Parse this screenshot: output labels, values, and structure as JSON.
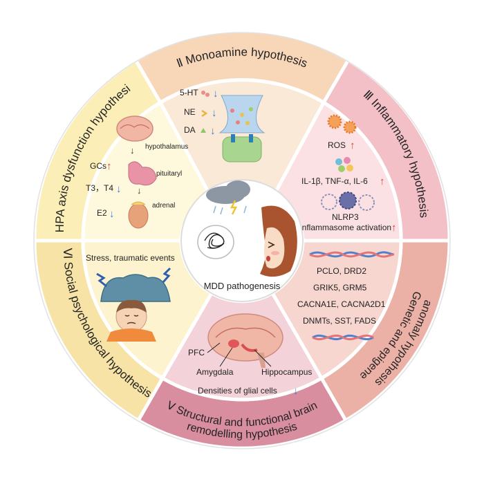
{
  "center": {
    "label": "MDD pathogenesis"
  },
  "sectors": [
    {
      "id": "monoamine",
      "title": "Ⅱ Monoamine hypothesis",
      "colors": {
        "outer": "#f8d7b8",
        "inner": "#fbe9d7"
      },
      "labels": [
        "5-HT",
        "NE",
        "DA"
      ]
    },
    {
      "id": "inflammatory",
      "title": "Ⅲ Inflammatory hypothesis",
      "colors": {
        "outer": "#f4c0c8",
        "inner": "#fbe1e4"
      },
      "labels": [
        "ROS",
        "IL-1β, TNF-α, IL-6",
        "NLRP3",
        "inflammasome activation"
      ]
    },
    {
      "id": "genetic",
      "title_lines": [
        "Ⅳ Genetic and epigenetic",
        "anomaly hypothesis"
      ],
      "colors": {
        "outer": "#ebb0a6",
        "inner": "#f6d6cf"
      },
      "labels": [
        "PCLO, DRD2",
        "GRIK5, GRM5",
        "CACNA1E, CACNA2D1",
        "DNMTs, SST, FADS"
      ]
    },
    {
      "id": "structural",
      "title_lines": [
        "Ⅴ Structural and functional brain",
        "remodelling hypothesis"
      ],
      "colors": {
        "outer": "#d98ea0",
        "inner": "#f3d2d9"
      },
      "labels": [
        "PFC",
        "Amygdala",
        "Hippocampus",
        "Densities of glial cells"
      ]
    },
    {
      "id": "social",
      "title": "Ⅵ Social psychological hypothesis",
      "colors": {
        "outer": "#f6e3a5",
        "inner": "#fdf3cf"
      },
      "labels": [
        "Stress, traumatic events"
      ]
    },
    {
      "id": "hpa",
      "title": "Ⅰ HPA axis dysfunction hypothesis",
      "colors": {
        "outer": "#fbeeb6",
        "inner": "#fef8dc"
      },
      "labels": [
        "hypothalamus",
        "GCs",
        "pituitaryl",
        "T3，T4",
        "adrenal",
        "E2"
      ]
    }
  ],
  "colors": {
    "up_arrow": "#e03c3c",
    "down_arrow": "#3a7fd0",
    "divider": "#ffffff",
    "outline": "#d8d8d8"
  }
}
